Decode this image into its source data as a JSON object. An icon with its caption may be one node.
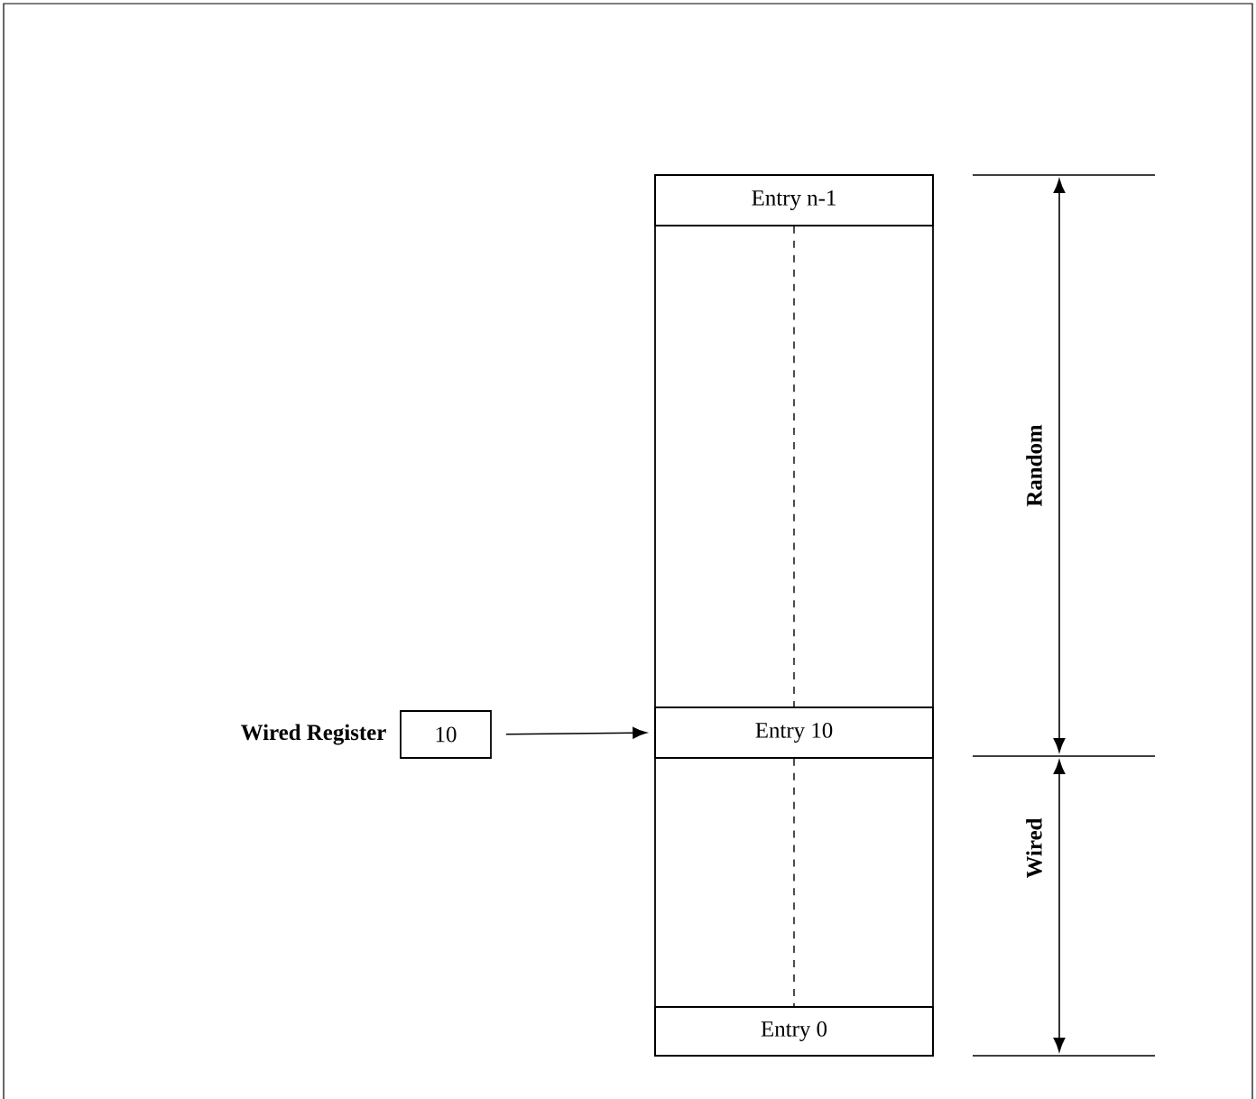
{
  "diagram": {
    "nodes": [
      {
        "text": [],
        "shape": "box"
      },
      {
        "text": [
          "Entry n-1"
        ],
        "in": 0
      },
      {
        "text": [
          "Entry 10"
        ],
        "in": 0
      },
      {
        "text": [
          "Entry 0"
        ],
        "in": 0
      },
      {
        "text": [
          "10"
        ],
        "beside": [
          "Wired Register"
        ]
      }
    ],
    "edges": [
      {
        "from": 4,
        "to": 2,
        "arrow": "to"
      },
      {
        "from": 1,
        "to": 2,
        "arrow": "none",
        "style": "dashed"
      },
      {
        "from": 2,
        "to": 3,
        "arrow": "none",
        "style": "dashed"
      }
    ],
    "labels": [
      "Random",
      "Wired"
    ]
  }
}
